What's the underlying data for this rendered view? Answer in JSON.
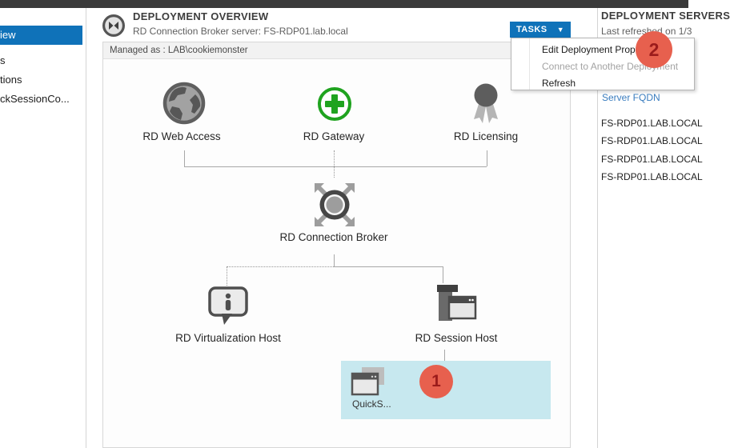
{
  "window": {
    "top_bar_color": "#3a3a3a"
  },
  "sidebar": {
    "items": [
      {
        "label": "iew",
        "selected": true
      },
      {
        "label": "s",
        "selected": false
      },
      {
        "label": "tions",
        "selected": false
      },
      {
        "label": "ckSessionCo...",
        "selected": false
      }
    ]
  },
  "overview": {
    "title": "DEPLOYMENT OVERVIEW",
    "subtitle": "RD Connection Broker server: FS-RDP01.lab.local",
    "managed_as": "Managed as : LAB\\cookiemonster",
    "tasks_button": "TASKS",
    "tasks_caret": "▼"
  },
  "tasks_menu": {
    "items": [
      {
        "label": "Edit Deployment Properties",
        "enabled": true
      },
      {
        "label": "Connect to Another Deployment",
        "enabled": false
      },
      {
        "label": "Refresh",
        "enabled": true
      }
    ]
  },
  "diagram": {
    "nodes": [
      {
        "id": "web-access",
        "label": "RD Web Access",
        "icon": "globe-icon"
      },
      {
        "id": "gateway",
        "label": "RD Gateway",
        "icon": "green-plus-icon"
      },
      {
        "id": "licensing",
        "label": "RD Licensing",
        "icon": "medal-icon"
      },
      {
        "id": "connection-broker",
        "label": "RD Connection Broker",
        "icon": "broker-arrows-icon"
      },
      {
        "id": "virtualization-host",
        "label": "RD Virtualization Host",
        "icon": "info-bubble-icon"
      },
      {
        "id": "session-host",
        "label": "RD Session Host",
        "icon": "server-window-icon"
      }
    ],
    "collection": {
      "label": "QuickS...",
      "icon": "windows-stack-icon",
      "highlight_color": "#c7e8ef"
    }
  },
  "annotations": {
    "badge1": "1",
    "badge2": "2",
    "badge_color": "#e7604e",
    "badge_text_color": "#9b1b1b"
  },
  "right_panel": {
    "title": "DEPLOYMENT SERVERS",
    "subtitle": "Last refreshed on 1/3",
    "table": {
      "header": "Server FQDN",
      "rows": [
        "FS-RDP01.LAB.LOCAL",
        "FS-RDP01.LAB.LOCAL",
        "FS-RDP01.LAB.LOCAL",
        "FS-RDP01.LAB.LOCAL"
      ]
    }
  },
  "colors": {
    "accent_blue": "#0f72b9",
    "link_blue": "#3a7dbf",
    "green": "#1fa31f",
    "highlight_cyan": "#c7e8ef"
  }
}
